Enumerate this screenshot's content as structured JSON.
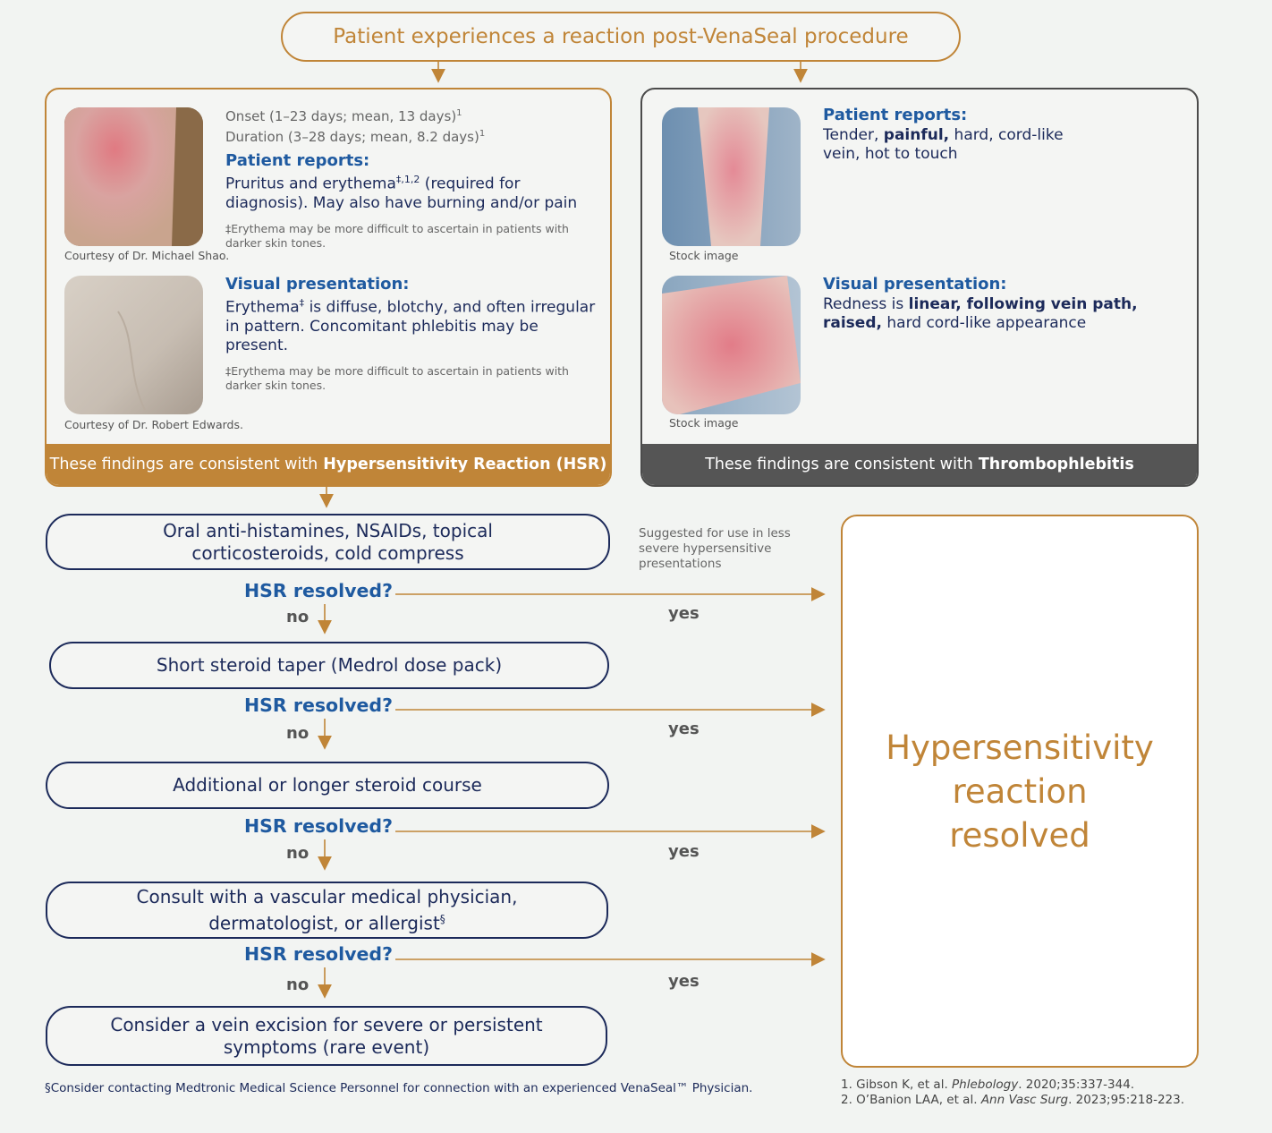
{
  "title": "Patient experiences a reaction post-VenaSeal procedure",
  "hsr_card": {
    "onset": "Onset (1–23 days; mean, 13 days)",
    "onset_sup": "1",
    "duration": "Duration (3–28 days; mean, 8.2 days)",
    "duration_sup": "1",
    "reports_heading": "Patient reports:",
    "reports_text_a": "Pruritus and erythema",
    "reports_sup": "‡,1,2",
    "reports_text_b": " (required for diagnosis). May also have burning and/or pain",
    "note1": "‡Erythema may be more difficult to ascertain in patients with darker skin tones.",
    "caption1": "Courtesy of Dr. Michael Shao.",
    "visual_heading": "Visual presentation:",
    "visual_text_a": "Erythema",
    "visual_sup": "‡",
    "visual_text_b": " is diffuse, blotchy, and often irregular in pattern. Concomitant phlebitis may be present.",
    "note2": "‡Erythema may be more difficult to ascertain in patients with darker skin tones.",
    "caption2": "Courtesy of Dr. Robert Edwards.",
    "footer_prefix": "These findings are consistent with",
    "footer_bold": "Hypersensitivity Reaction (HSR)"
  },
  "tp_card": {
    "reports_heading": "Patient reports:",
    "reports_a": "Tender, ",
    "reports_b": "painful,",
    "reports_c": " hard, cord-like vein, hot to touch",
    "caption1": "Stock image",
    "visual_heading": "Visual presentation:",
    "visual_a": "Redness is ",
    "visual_b": "linear, following vein path, raised,",
    "visual_c": " hard cord-like appearance",
    "caption2": "Stock image",
    "footer_prefix": "These findings are consistent with",
    "footer_bold": "Thrombophlebitis"
  },
  "steps": [
    {
      "text": "Oral anti-histamines, NSAIDs, topical corticosteroids, cold compress"
    },
    {
      "text": "Short steroid taper (Medrol dose pack)"
    },
    {
      "text": "Additional or longer steroid course"
    },
    {
      "text": "Consult with a vascular medical physician, dermatologist, or allergist",
      "sup": "§"
    },
    {
      "text": "Consider a vein excision for severe or persistent symptoms (rare event)"
    }
  ],
  "question": "HSR resolved?",
  "no_label": "no",
  "yes_label": "yes",
  "side_note": "Suggested for use in less severe hypersensitive presentations",
  "resolved": "Hypersensitivity reaction resolved",
  "footnote": "§Consider contacting Medtronic Medical Science Personnel for connection with an experienced VenaSeal™ Physician.",
  "references": [
    {
      "authors": "1. Gibson K, et al.",
      "journal": "Phlebology",
      "details": ". 2020;35:337-344."
    },
    {
      "authors": "2. O’Banion LAA, et al.",
      "journal": "Ann Vasc Surg",
      "details": ". 2023;95:218-223."
    }
  ],
  "colors": {
    "orange": "#c08538",
    "navy": "#1c2a5a",
    "blue": "#1f5aa0",
    "grey_footer": "#555555"
  }
}
